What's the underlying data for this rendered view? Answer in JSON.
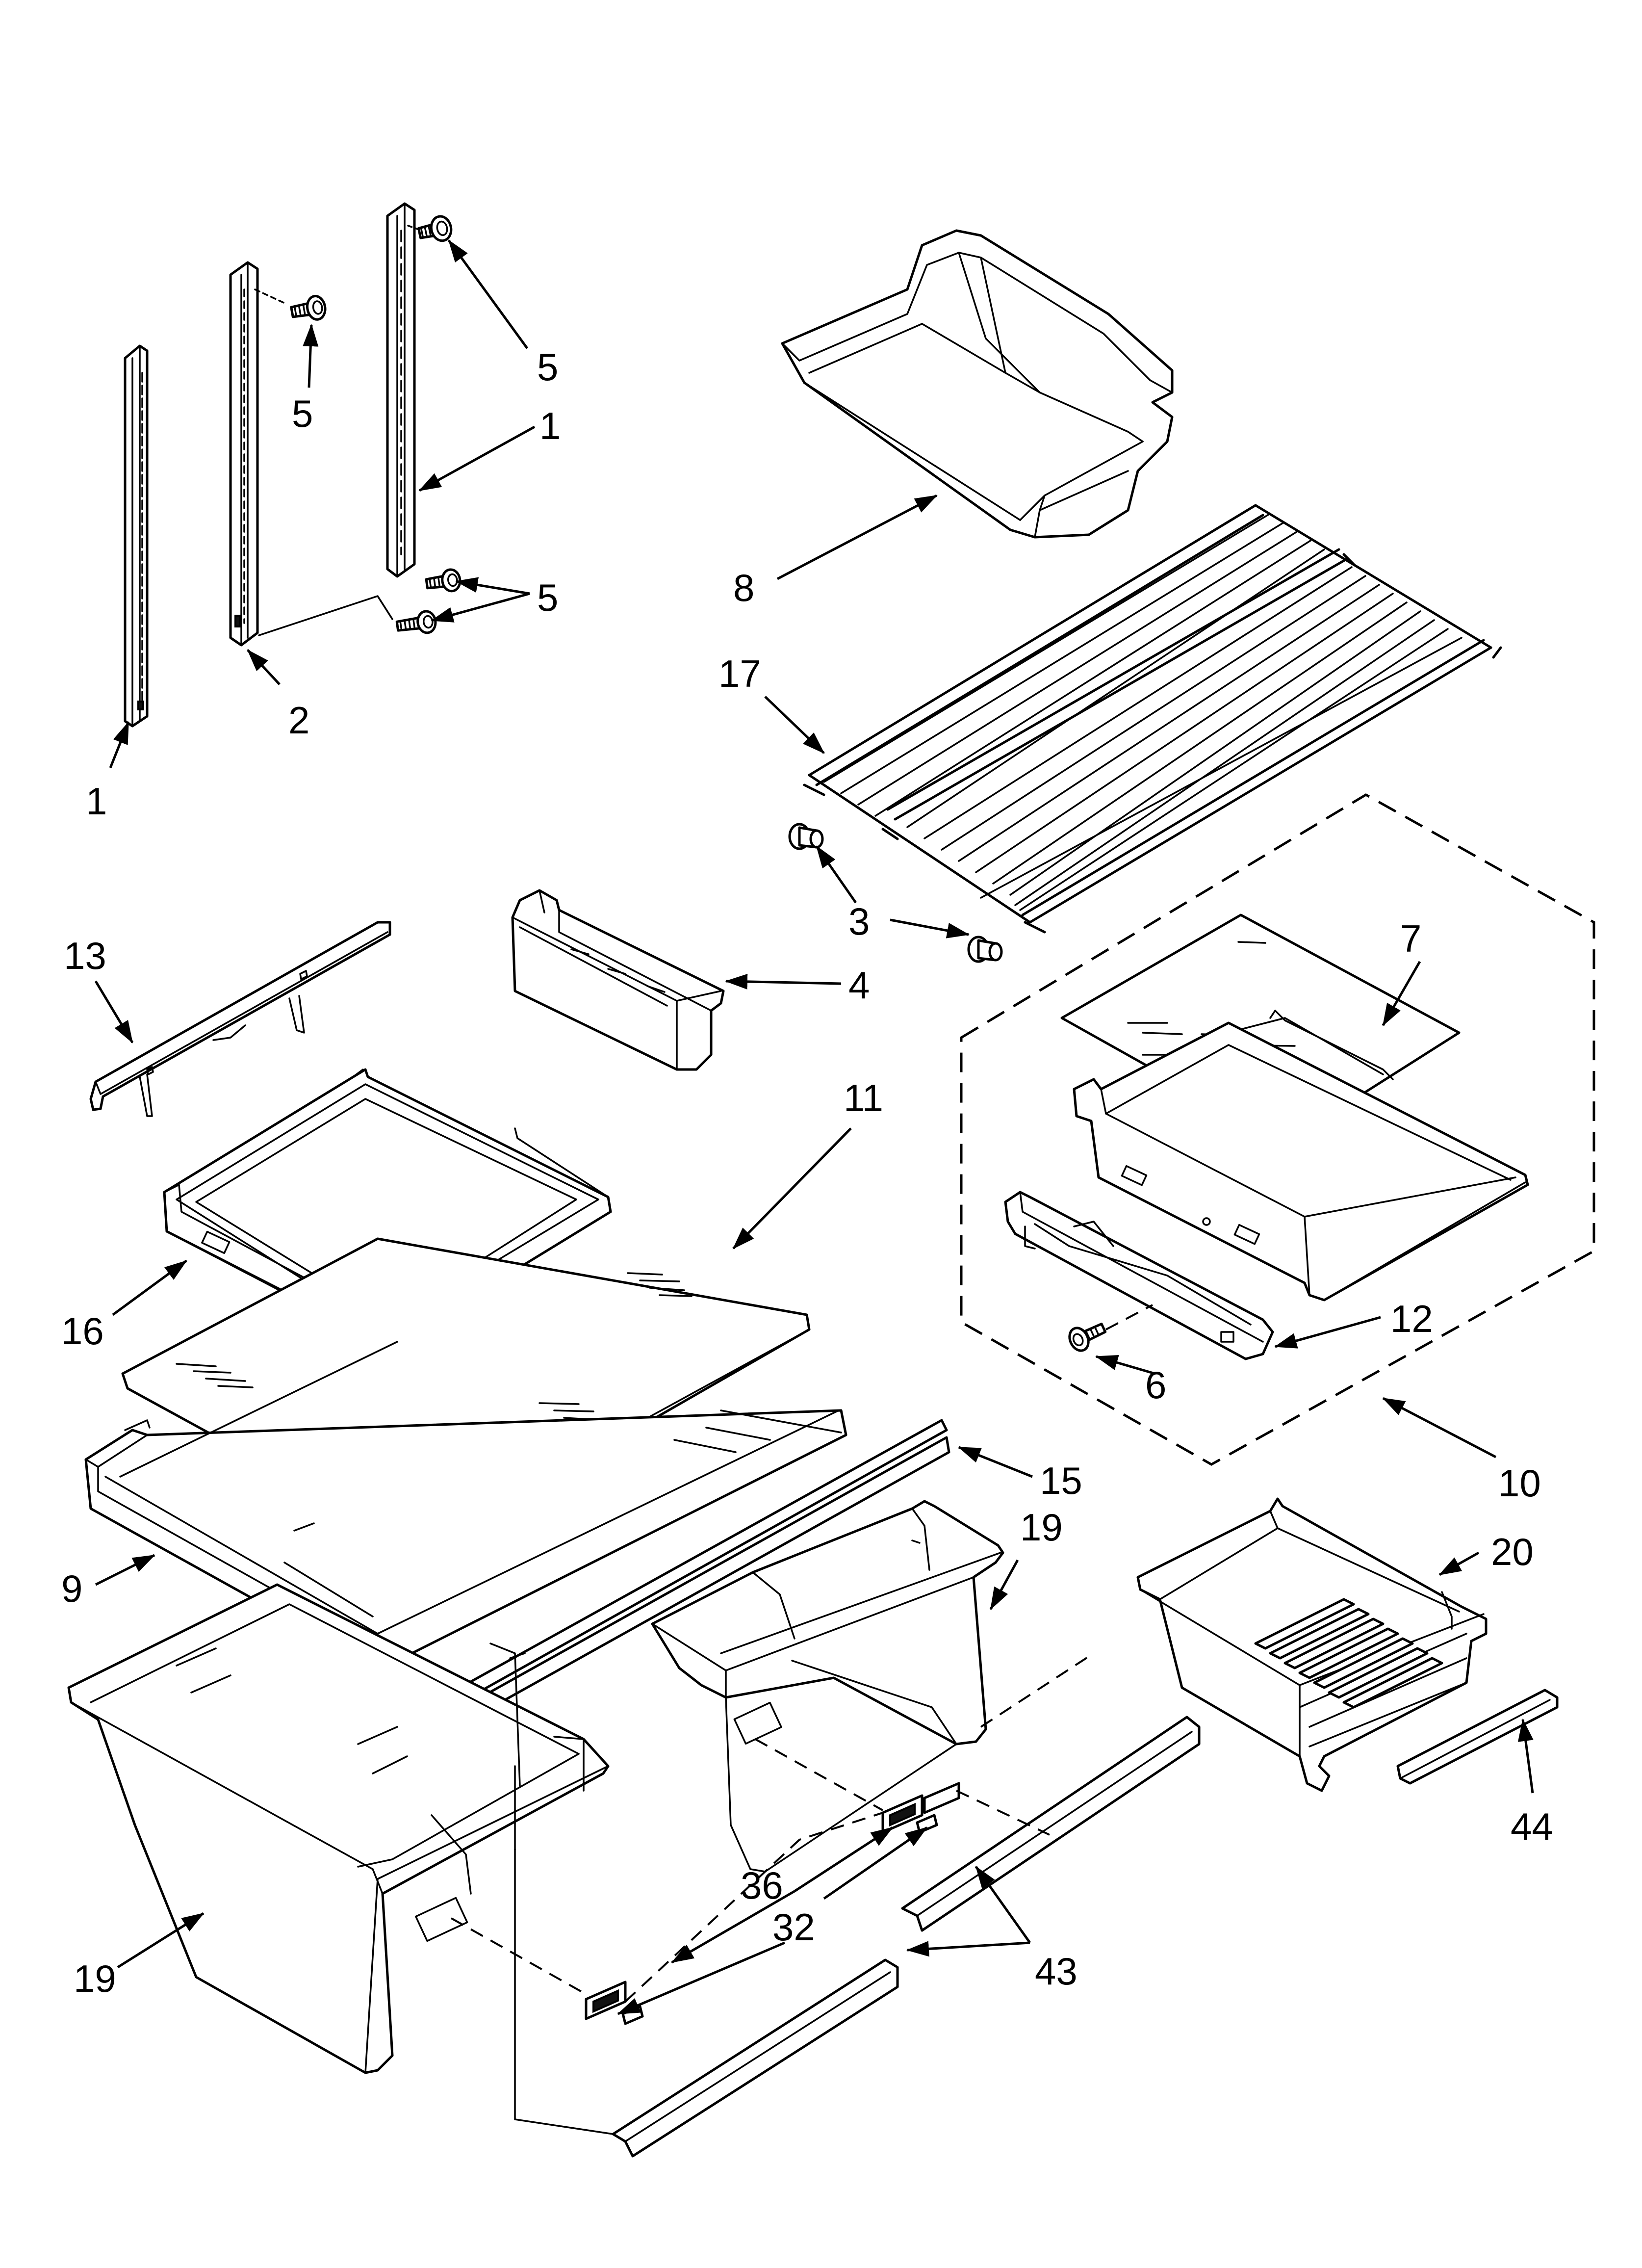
{
  "callouts": [
    {
      "id": "c1a",
      "text": "1"
    },
    {
      "id": "c1b",
      "text": "1"
    },
    {
      "id": "c2",
      "text": "2"
    },
    {
      "id": "c3",
      "text": "3"
    },
    {
      "id": "c4",
      "text": "4"
    },
    {
      "id": "c5a",
      "text": "5"
    },
    {
      "id": "c5b",
      "text": "5"
    },
    {
      "id": "c5c",
      "text": "5"
    },
    {
      "id": "c6",
      "text": "6"
    },
    {
      "id": "c7",
      "text": "7"
    },
    {
      "id": "c8",
      "text": "8"
    },
    {
      "id": "c9",
      "text": "9"
    },
    {
      "id": "c10",
      "text": "10"
    },
    {
      "id": "c11",
      "text": "11"
    },
    {
      "id": "c12",
      "text": "12"
    },
    {
      "id": "c13",
      "text": "13"
    },
    {
      "id": "c15",
      "text": "15"
    },
    {
      "id": "c16",
      "text": "16"
    },
    {
      "id": "c17",
      "text": "17"
    },
    {
      "id": "c19a",
      "text": "19"
    },
    {
      "id": "c19b",
      "text": "19"
    },
    {
      "id": "c20",
      "text": "20"
    },
    {
      "id": "c32",
      "text": "32"
    },
    {
      "id": "c36",
      "text": "36"
    },
    {
      "id": "c43",
      "text": "43"
    },
    {
      "id": "c44",
      "text": "44"
    }
  ]
}
